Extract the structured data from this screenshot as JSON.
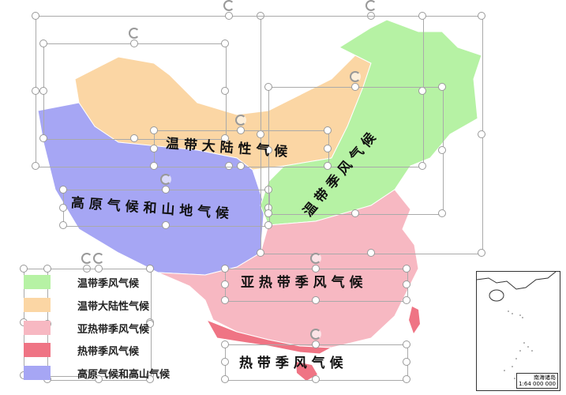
{
  "colors": {
    "temperate_monsoon": "#b6f2a4",
    "temperate_continental": "#fbd6a4",
    "subtropical_monsoon": "#f7b8c2",
    "tropical_monsoon": "#ef7484",
    "plateau_mountain": "#a6a6f4"
  },
  "map_labels": {
    "temperate_continental": "温 带 大 陆 性 气 候",
    "temperate_monsoon": "温 带 季 风 气 候",
    "plateau_mountain": "高 原 气 候 和 山 地 气 候",
    "subtropical_monsoon": "亚 热 带 季 风 气 候",
    "tropical_monsoon": "热 带  季  风  气  候"
  },
  "legend": [
    {
      "label": "温带季风气候",
      "color": "#b6f2a4"
    },
    {
      "label": "温带大陆性气候",
      "color": "#fbd6a4"
    },
    {
      "label": "亚热带季风气候",
      "color": "#f7b8c2"
    },
    {
      "label": "热带季风气候",
      "color": "#ef7484"
    },
    {
      "label": "高原气候和高山气候",
      "color": "#a6a6f4"
    }
  ],
  "inset": {
    "title": "南海诸岛",
    "scale": "1:64 000 000"
  },
  "icons": [
    "rotate-handle-icon",
    "move-icon",
    "resize-handle-icon"
  ]
}
